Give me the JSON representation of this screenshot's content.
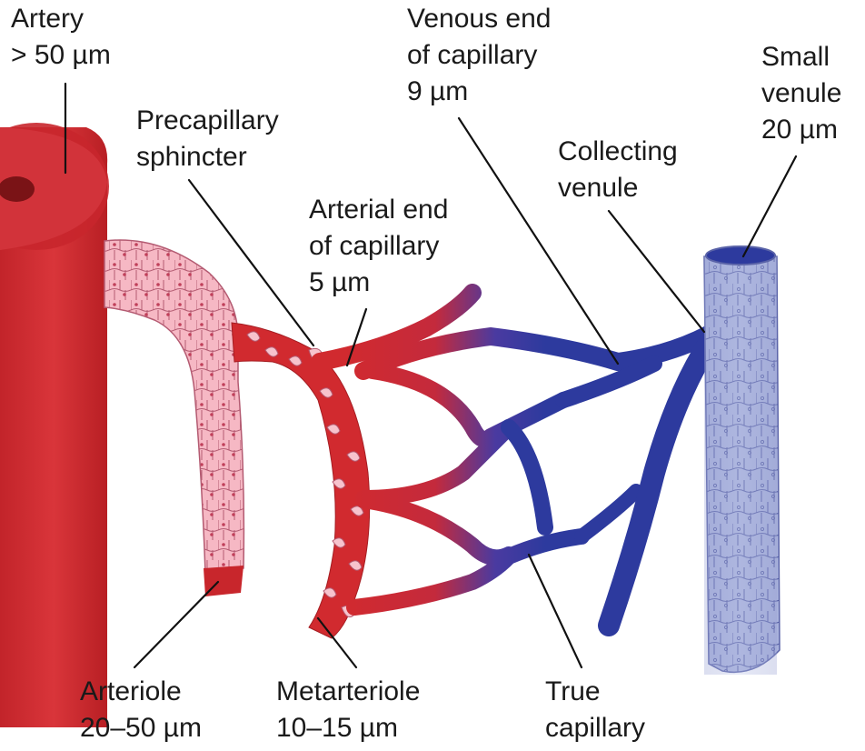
{
  "labels": {
    "artery": {
      "line1": "Artery",
      "line2": "> 50 µm"
    },
    "venous_end": {
      "line1": "Venous end",
      "line2": "of capillary",
      "line3": "9 µm"
    },
    "small_venule": {
      "line1": "Small",
      "line2": "venule",
      "line3": "20 µm"
    },
    "precapillary": {
      "line1": "Precapillary",
      "line2": "sphincter"
    },
    "collecting": {
      "line1": "Collecting",
      "line2": "venule"
    },
    "arterial_end": {
      "line1": "Arterial end",
      "line2": "of capillary",
      "line3": "5 µm"
    },
    "arteriole": {
      "line1": "Arteriole",
      "line2": "20–50 µm"
    },
    "metarteriole": {
      "line1": "Metarteriole",
      "line2": "10–15 µm"
    },
    "true_capillary": {
      "line1": "True",
      "line2": "capillary"
    }
  },
  "colors": {
    "arterial_red": "#d12a2f",
    "artery_dark": "#b81f24",
    "lumen": "#7a1316",
    "arteriole_pink": "#f6b8c4",
    "venous_blue": "#2d3a9e",
    "venule_lavender": "#a9b2dc",
    "venule_cell_line": "#5a63a8"
  }
}
